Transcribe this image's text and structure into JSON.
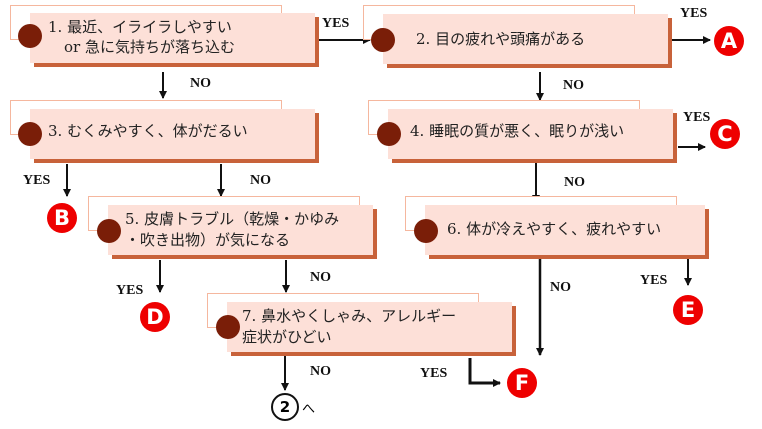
{
  "questions": [
    {
      "id": "q1",
      "line1": "1. 最近、イライラしやすい",
      "line2": "or  急に気持ちが落ち込む"
    },
    {
      "id": "q2",
      "line1": "2. 目の疲れや頭痛がある"
    },
    {
      "id": "q3",
      "line1": "3. むくみやすく、体がだるい"
    },
    {
      "id": "q4",
      "line1": "4. 睡眠の質が悪く、眠りが浅い"
    },
    {
      "id": "q5",
      "line1": "5. 皮膚トラブル（乾燥・かゆみ",
      "line2": "・吹き出物）が気になる"
    },
    {
      "id": "q6",
      "line1": "6. 体が冷えやすく、疲れやすい"
    },
    {
      "id": "q7",
      "line1": "7. 鼻水やくしゃみ、アレルギー",
      "line2": "症状がひどい"
    }
  ],
  "labels": {
    "yes": "YES",
    "no": "NO"
  },
  "results": [
    "A",
    "B",
    "C",
    "D",
    "E",
    "F"
  ],
  "continue": {
    "number": "2",
    "suffix": "へ"
  },
  "colors": {
    "box_fill": "#fde0d8",
    "box_shadow": "#c8623a",
    "bullet": "#7a1e08",
    "result": "#ee0000",
    "frame": "#f5b79e"
  }
}
